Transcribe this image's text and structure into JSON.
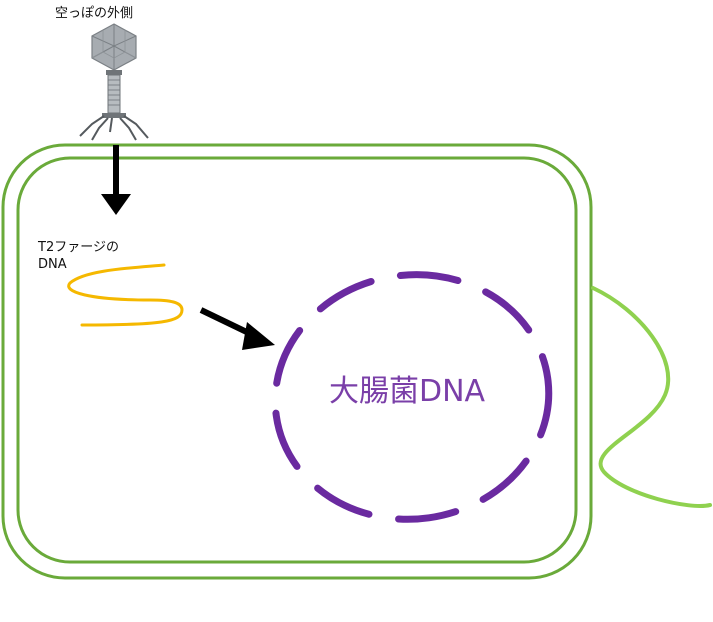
{
  "labels": {
    "phage_shell": "空っぽの外側",
    "t2_dna_line1": "T2ファージの",
    "t2_dna_line2": "DNA",
    "ecoli_dna": "大腸菌DNA"
  },
  "colors": {
    "cell_wall": "#6aaa3a",
    "flagellum": "#8fd14f",
    "t2_dna": "#f5b800",
    "ecoli_dna": "#6a2aa0",
    "ecoli_dna_text": "#7a3fa8",
    "arrow": "#000000",
    "phage_body": "#9ea3a8"
  },
  "icons": {
    "phage": "bacteriophage-icon"
  }
}
